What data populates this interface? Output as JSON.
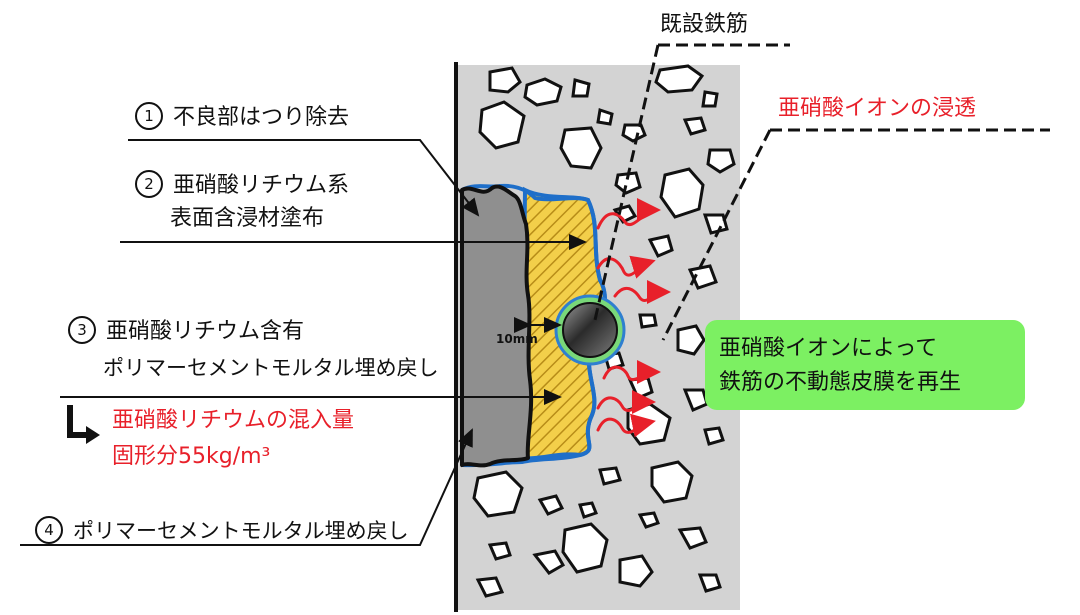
{
  "labels": {
    "existing_rebar": "既設鉄筋",
    "nitrite_penetration": "亜硝酸イオンの浸透",
    "step1": {
      "num": "1",
      "text": "不良部はつり除去"
    },
    "step2": {
      "num": "2",
      "line1": "亜硝酸リチウム系",
      "line2": "表面含浸材塗布"
    },
    "step3": {
      "num": "3",
      "line1": "亜硝酸リチウム含有",
      "line2": "ポリマーセメントモルタル埋め戻し"
    },
    "mix_amount": {
      "line1": "亜硝酸リチウムの混入量",
      "line2": "固形分55kg/m³"
    },
    "step4": {
      "num": "4",
      "text": "ポリマーセメントモルタル埋め戻し"
    },
    "thickness": "10mm",
    "callout": {
      "line1": "亜硝酸イオンによって",
      "line2": "鉄筋の不動態皮膜を再生"
    }
  },
  "colors": {
    "concrete": "#d3d3d3",
    "mortar": "#8f8f8f",
    "impregnation_layer": "#f3cf4a",
    "coating_line": "#1f6fc9",
    "nitrite_arrow": "#e8202a",
    "callout_bg": "#7cf062",
    "red_text": "#e8202a"
  }
}
